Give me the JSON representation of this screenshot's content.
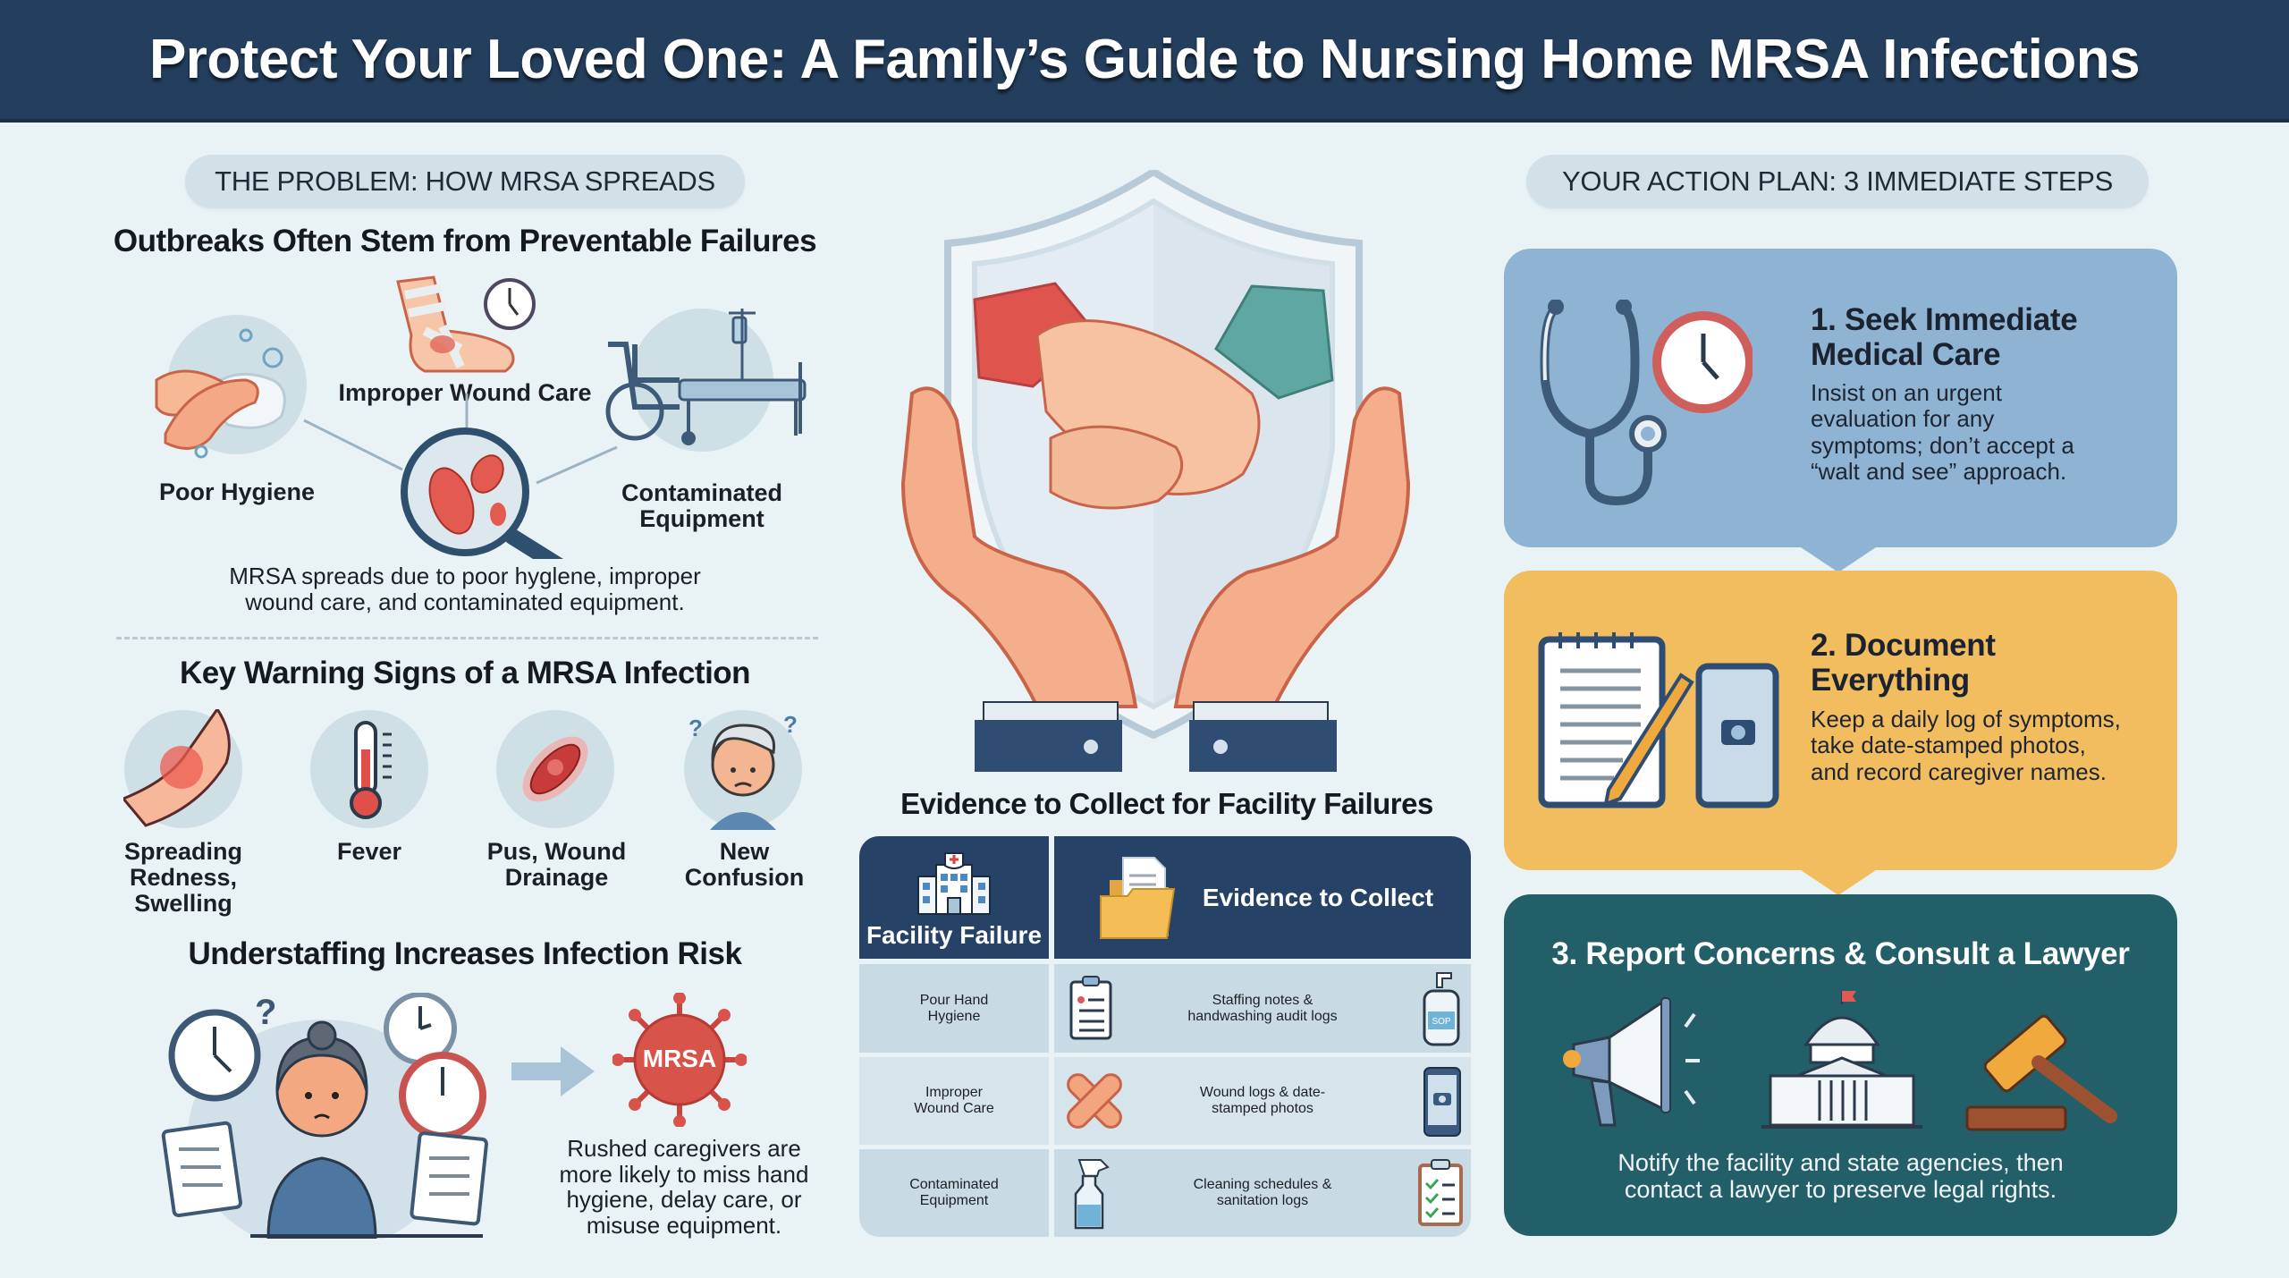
{
  "header": {
    "title": "Protect Your Loved One: A Family’s Guide to Nursing Home MRSA Infections"
  },
  "left": {
    "pill": "THE PROBLEM: HOW MRSA SPREADS",
    "spread": {
      "heading": "Outbreaks Often Stem from Preventable Failures",
      "causes": [
        {
          "label": "Poor Hygiene",
          "icon": "handwashing-icon"
        },
        {
          "label": "Improper Wound Care",
          "icon": "bandaged-foot-icon"
        },
        {
          "label": "Contaminated Equipment",
          "icon": "wheelchair-bed-icon"
        }
      ],
      "center_icon": "magnifier-bacteria-icon",
      "summary_line1": "MRSA spreads due to poor hyglene, improper",
      "summary_line2": "wound care, and contaminated equipment."
    },
    "warning": {
      "heading": "Key Warning Signs of a MRSA Infection",
      "signs": [
        {
          "label_lines": [
            "Spreading",
            "Redness,",
            "Swelling"
          ],
          "icon": "red-skin-icon"
        },
        {
          "label_lines": [
            "Fever"
          ],
          "icon": "thermometer-icon"
        },
        {
          "label_lines": [
            "Pus, Wound",
            "Drainage"
          ],
          "icon": "wound-icon"
        },
        {
          "label_lines": [
            "New",
            "Confusion"
          ],
          "icon": "confused-elder-icon"
        }
      ]
    },
    "staffing": {
      "heading": "Understaffing Increases Infection Risk",
      "virus_label": "MRSA",
      "text_lines": [
        "Rushed caregivers are",
        "more likely to miss hand",
        "hygiene, delay care, or",
        "misuse equipment."
      ]
    }
  },
  "center": {
    "illustration": "shield-hands-icon",
    "evidence": {
      "heading": "Evidence to Collect for Facility Failures",
      "col1_header": "Facility Failure",
      "col2_header": "Evidence to Collect",
      "rows": [
        {
          "failure_lines": [
            "Pour Hand",
            "Hygiene"
          ],
          "evidence_lines": [
            "Staffing notes &",
            "handwashing audit logs"
          ],
          "left_icon": "clipboard-icon",
          "right_icon": "soap-bottle-icon",
          "soap_label": "SOP"
        },
        {
          "failure_lines": [
            "Improper",
            "Wound Care"
          ],
          "evidence_lines": [
            "Wound logs & date-",
            "stamped photos"
          ],
          "left_icon": "bandage-icon",
          "right_icon": "phone-camera-icon"
        },
        {
          "failure_lines": [
            "Contaminated",
            "Equipment"
          ],
          "evidence_lines": [
            "Cleaning schedules &",
            "sanitation logs"
          ],
          "left_icon": "spray-bottle-icon",
          "right_icon": "checklist-icon"
        }
      ]
    }
  },
  "right": {
    "pill": "YOUR ACTION PLAN: 3 IMMEDIATE STEPS",
    "steps": [
      {
        "title_lines": [
          "1. Seek Immediate",
          "Medical Care"
        ],
        "body_lines": [
          "Insist on an urgent",
          "evaluation for any",
          "symptoms; don’t accept a",
          "“walt and see” approach."
        ],
        "color": "#8fb4d3"
      },
      {
        "title_lines": [
          "2. Document",
          "Everything"
        ],
        "body_lines": [
          "Keep a daily log of symptoms,",
          "take date-stamped photos,",
          "and record caregiver names."
        ],
        "color": "#f2bd5e"
      },
      {
        "title": "3. Report Concerns & Consult a Lawyer",
        "body_lines": [
          "Notify the facility and state agencies, then",
          "contact a lawyer to preserve legal rights."
        ],
        "color": "#235f69"
      }
    ]
  },
  "colors": {
    "header": "#243f5e",
    "background": "#e9f3f6",
    "pill": "#d2e0e7",
    "table_header": "#264266",
    "accent_red": "#d9534f"
  }
}
